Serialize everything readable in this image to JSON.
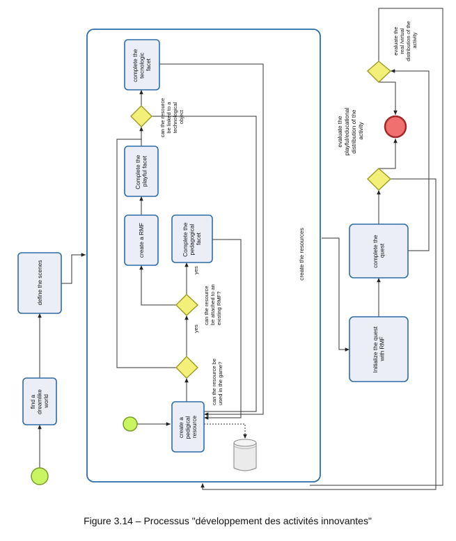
{
  "diagram": {
    "tasks": {
      "find_world": [
        "find  a",
        "dreamlike",
        "world"
      ],
      "define_scenes": [
        "define the scenes"
      ],
      "create_pedagogical": [
        "create a",
        "pedigical",
        "resource"
      ],
      "complete_pedagogical": [
        "Complete the",
        "pedagogical",
        "facet"
      ],
      "create_rmf": [
        "create a RMF"
      ],
      "complete_playful": [
        "Complete the",
        "playful facet"
      ],
      "complete_technologic": [
        "complete the",
        "tecnologic",
        "facet"
      ],
      "initialize_quest": [
        "Initialize the quest",
        "with RMF"
      ],
      "complete_quest": [
        "complete the",
        "quest"
      ]
    },
    "subprocess_label": "create the resources",
    "gateways": {
      "used_in_game": [
        "can the resource be",
        "used in the game?"
      ],
      "attached_rmf": [
        "can the resource",
        "be attached to an",
        "existing RMF?"
      ],
      "linked_tech": [
        "can the resource",
        "be linked to a",
        "technological",
        "object"
      ],
      "eval_playful": [
        "evaluate the",
        "playful/educational",
        "distribution of the",
        "activity"
      ],
      "eval_real": [
        "evaluate the",
        "real /virtual",
        "distribution of the",
        "activity"
      ]
    },
    "flow_labels": {
      "yes_1": "yes",
      "yes_2": "yes"
    }
  },
  "caption": "Figure 3.14 – Processus \"développement des activités innovantes\"",
  "colors": {
    "task_fill": "#eceef7",
    "task_border": "#2d6ca6",
    "gateway_fill": "#f3f07a",
    "start_event": "#c8f560",
    "end_event": "#f07070"
  }
}
